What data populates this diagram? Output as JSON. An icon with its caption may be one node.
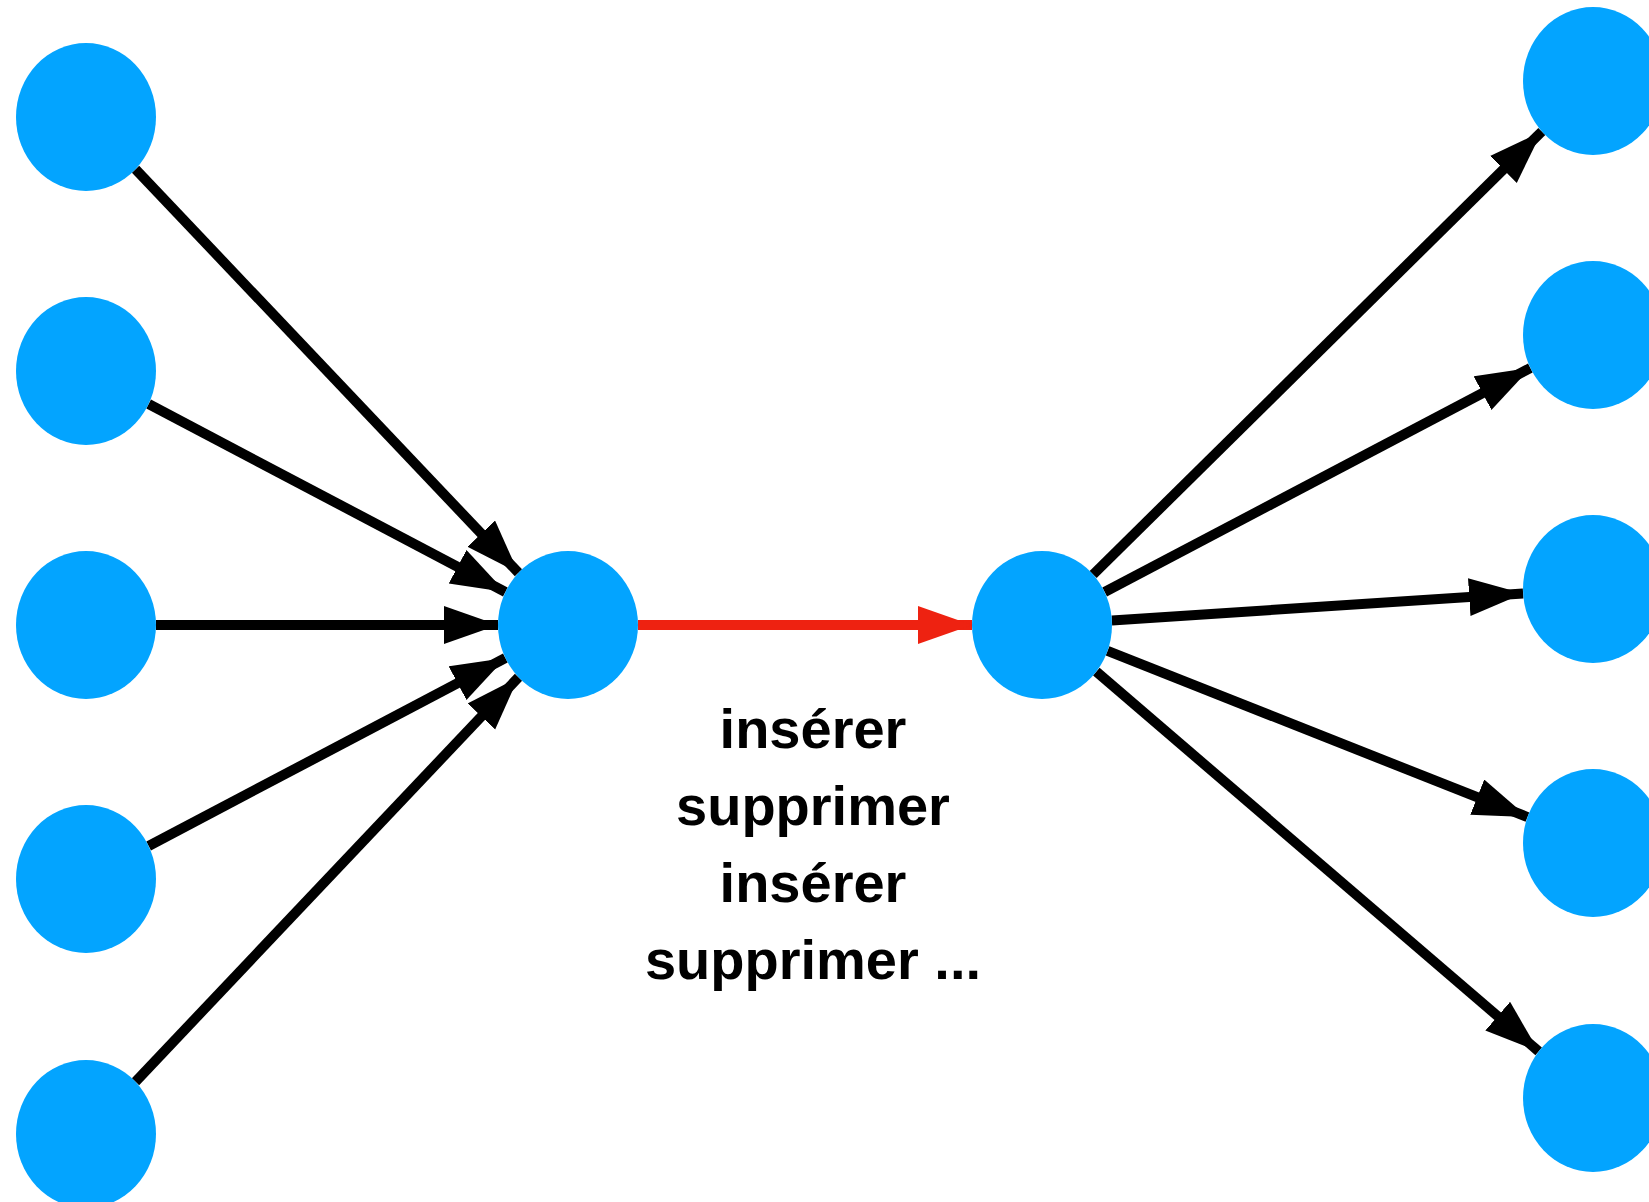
{
  "diagram": {
    "nodes": [
      {
        "text": [],
        "shape": "circle"
      },
      {
        "text": [],
        "shape": "circle"
      },
      {
        "text": [],
        "shape": "circle"
      },
      {
        "text": [],
        "shape": "circle"
      },
      {
        "text": [],
        "shape": "circle"
      },
      {
        "text": [],
        "shape": "circle"
      },
      {
        "text": [],
        "shape": "circle"
      },
      {
        "text": [],
        "shape": "circle"
      },
      {
        "text": [],
        "shape": "circle"
      },
      {
        "text": [],
        "shape": "circle"
      },
      {
        "text": [],
        "shape": "circle"
      },
      {
        "text": [],
        "shape": "circle"
      }
    ],
    "edges": [
      {
        "from": 0,
        "to": 5,
        "arrow": "to"
      },
      {
        "from": 1,
        "to": 5,
        "arrow": "to"
      },
      {
        "from": 2,
        "to": 5,
        "arrow": "to"
      },
      {
        "from": 3,
        "to": 5,
        "arrow": "to"
      },
      {
        "from": 4,
        "to": 5,
        "arrow": "to"
      },
      {
        "from": 5,
        "to": 6,
        "arrow": "to",
        "color": "#ee2211",
        "label": "insérer supprimer insérer supprimer ..."
      },
      {
        "from": 6,
        "to": 7,
        "arrow": "to"
      },
      {
        "from": 6,
        "to": 8,
        "arrow": "to"
      },
      {
        "from": 6,
        "to": 9,
        "arrow": "to"
      },
      {
        "from": 6,
        "to": 10,
        "arrow": "to"
      },
      {
        "from": 6,
        "to": 11,
        "arrow": "to"
      }
    ]
  }
}
